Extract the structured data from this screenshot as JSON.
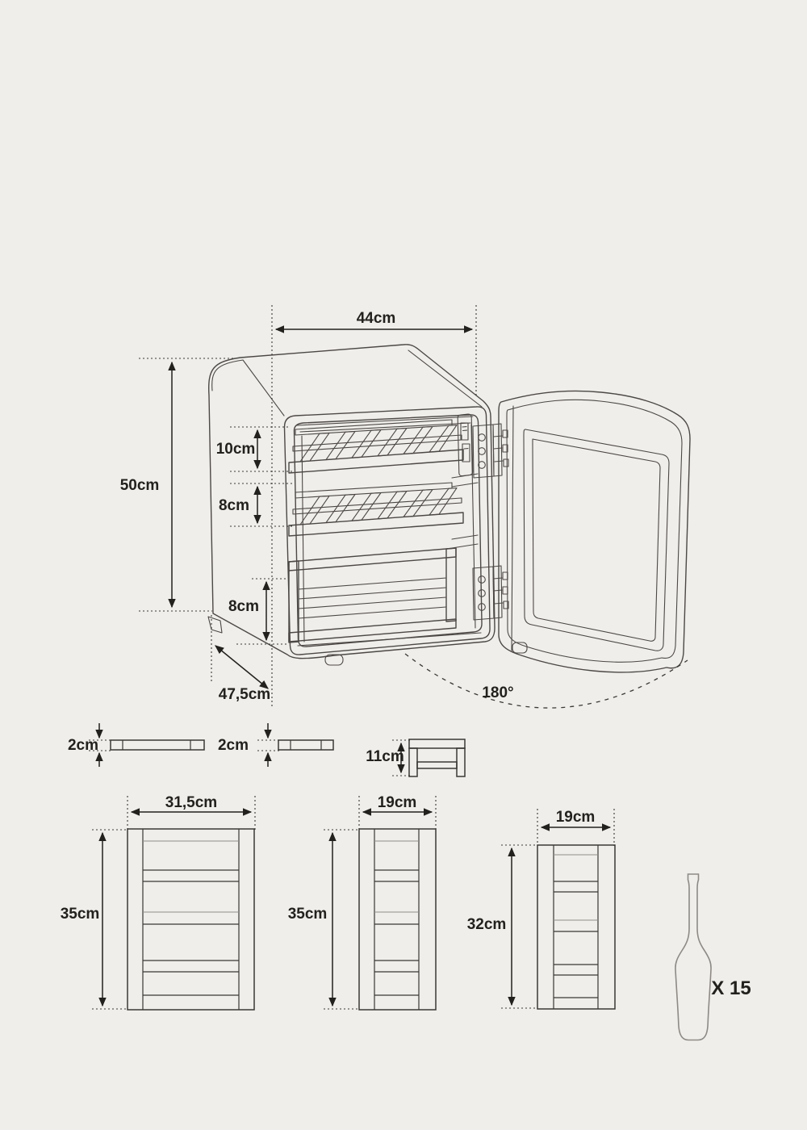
{
  "page": {
    "background_color": "#f0eeea",
    "drawing_line_color": "#4b4845",
    "dimension_color": "#23211e",
    "muted_line_color": "#908d88"
  },
  "fridge": {
    "width_label": "44cm",
    "height_label": "50cm",
    "upper_gap_label": "10cm",
    "middle_gap_label": "8cm",
    "lower_gap_label": "8cm",
    "depth_label": "47,5cm",
    "door_angle_label": "180°"
  },
  "shelves": [
    {
      "name": "wide-wine-shelf",
      "thickness_label": "2cm",
      "width_label": "31,5cm",
      "depth_label": "35cm"
    },
    {
      "name": "narrow-wine-shelf",
      "thickness_label": "2cm",
      "width_label": "19cm",
      "depth_label": "35cm"
    },
    {
      "name": "bottom-rack",
      "thickness_label": "11cm",
      "width_label": "19cm",
      "depth_label": "32cm"
    }
  ],
  "capacity": {
    "bottles_label": "X 15"
  }
}
